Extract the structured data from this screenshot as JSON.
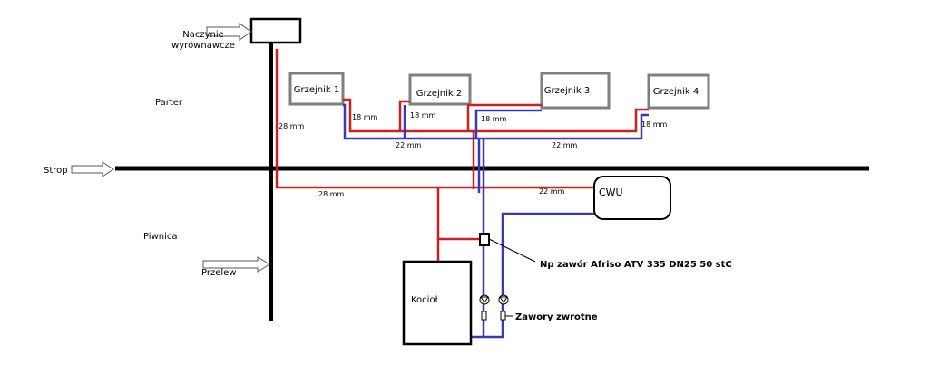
{
  "labels": {
    "expansion_tank": [
      "Naczynie",
      "wyrównawcze"
    ],
    "floor_ground": "Parter",
    "floor_basement": "Piwnica",
    "ceiling": "Strop",
    "overflow": "Przelew",
    "boiler": "Kocioł",
    "hot_water_tank": "CWU",
    "valve_note": "Np zawór Afriso ATV 335 DN25 50 stC",
    "check_valves": "Zawory zwrotne"
  },
  "radiators": [
    "Grzejnik 1",
    "Grzejnik 2",
    "Grzejnik 3",
    "Grzejnik 4"
  ],
  "pipe_sizes": {
    "riser": "28 mm",
    "basement_main": "28 mm",
    "branch": "18 mm",
    "floor_main": "22 mm",
    "cwu_supply": "22 mm"
  },
  "colors": {
    "supply": "#cc2020",
    "return": "#3a3ab0",
    "structure": "#000000",
    "radiator_border": "#7f7f7f"
  }
}
